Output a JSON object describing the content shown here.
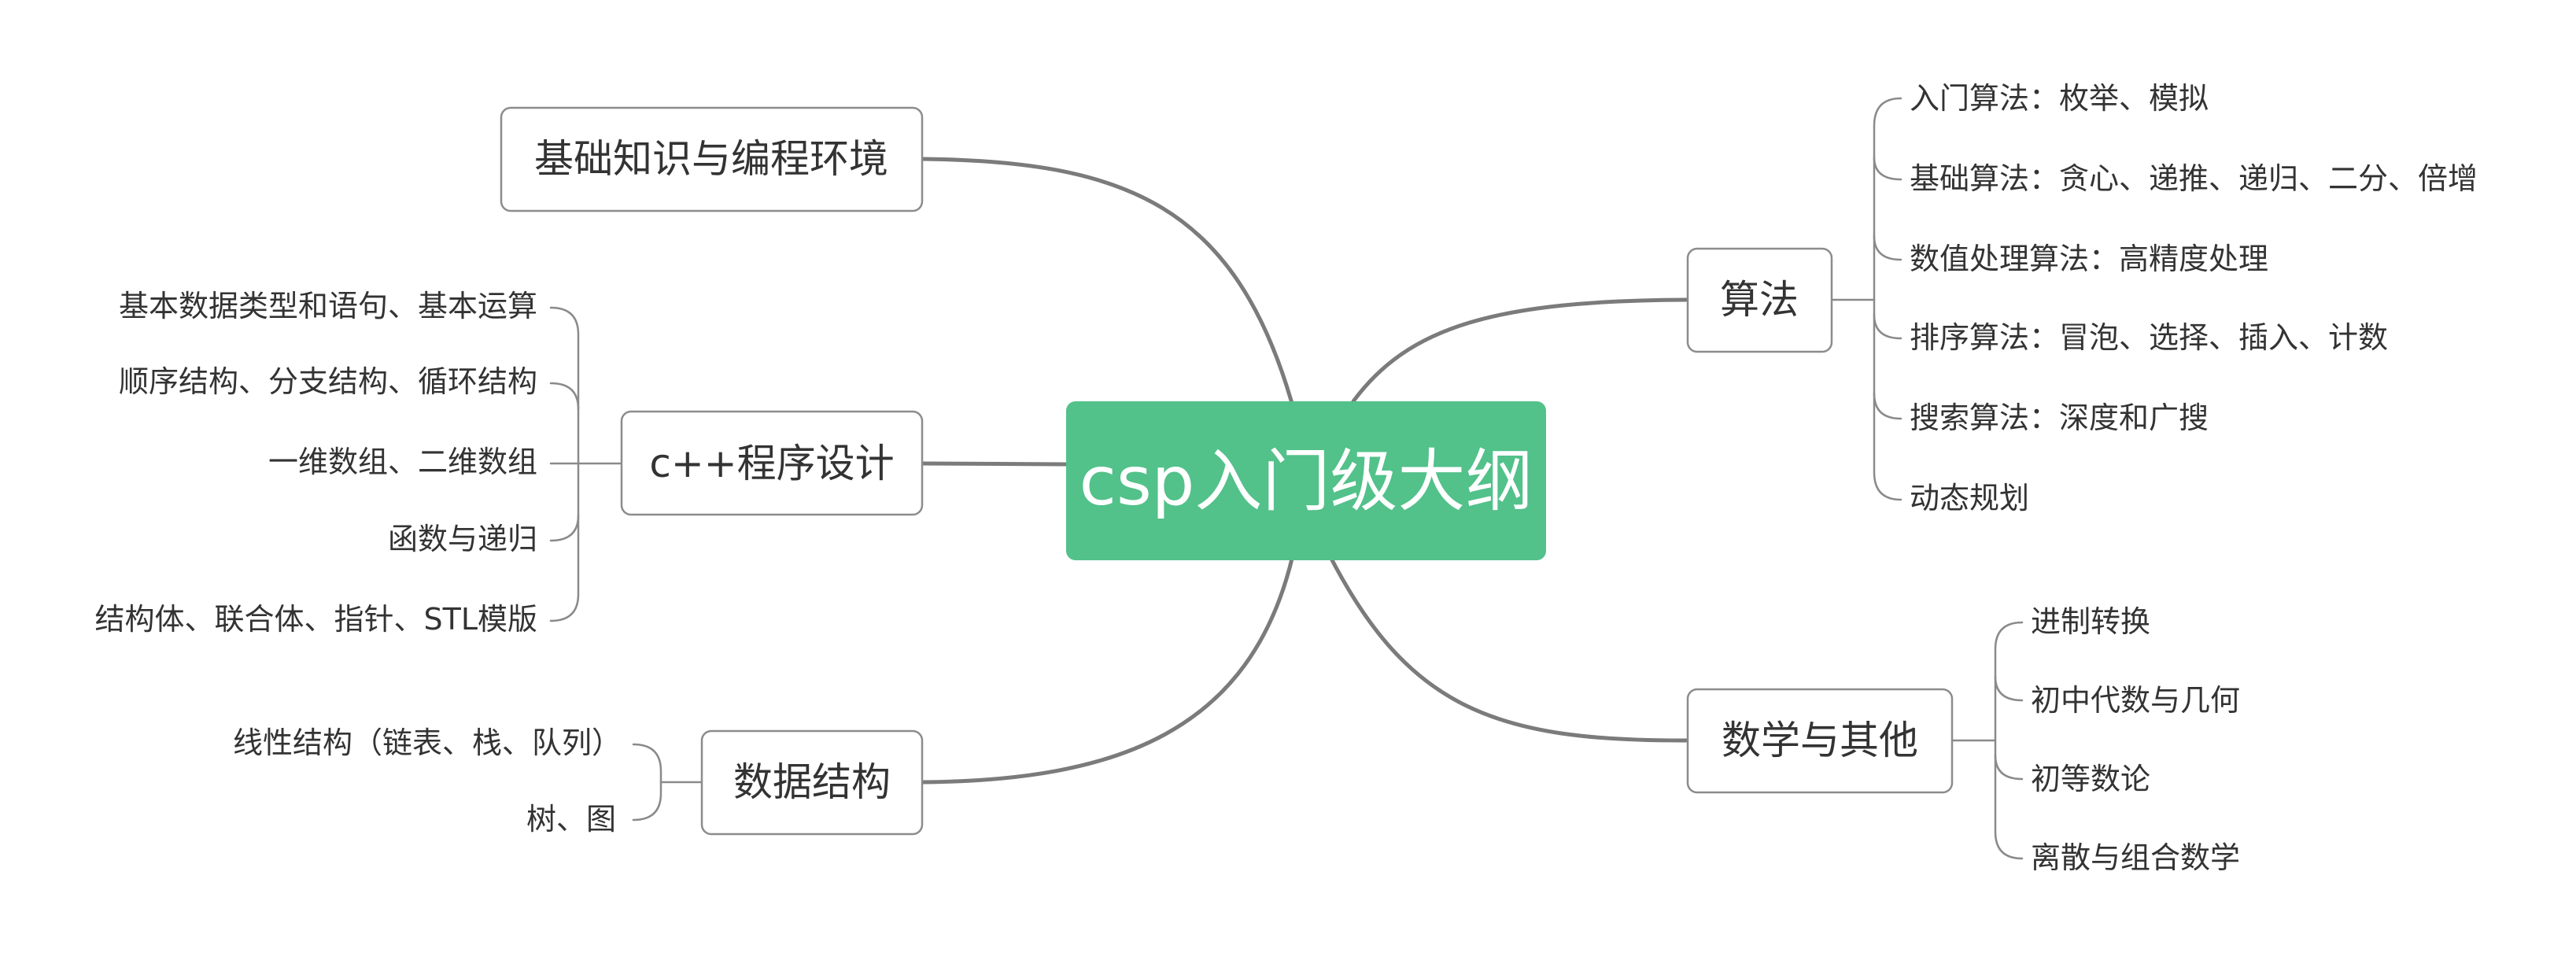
{
  "center": {
    "label": "csp入门级大纲"
  },
  "branches": {
    "foundation": {
      "label": "基础知识与编程环境",
      "topics": []
    },
    "cpp": {
      "label": "c++程序设计",
      "topics": [
        "基本数据类型和语句、基本运算",
        "顺序结构、分支结构、循环结构",
        "一维数组、二维数组",
        "函数与递归",
        "结构体、联合体、指针、STL模版"
      ]
    },
    "data_structures": {
      "label": "数据结构",
      "topics": [
        "线性结构（链表、栈、队列）",
        "树、图"
      ]
    },
    "algorithms": {
      "label": "算法",
      "topics": [
        "入门算法：枚举、模拟",
        "基础算法：贪心、递推、递归、二分、倍增",
        "数值处理算法：高精度处理",
        "排序算法：冒泡、选择、插入、计数",
        "搜索算法：深度和广搜",
        "动态规划"
      ]
    },
    "math": {
      "label": "数学与其他",
      "topics": [
        "进制转换",
        "初中代数与几何",
        "初等数论",
        "离散与组合数学"
      ]
    }
  },
  "colors": {
    "center_fill": "#52c18a",
    "center_text": "#ffffff",
    "connector": "#7b7b7b",
    "node_border": "#8c8c8c",
    "text": "#333333"
  }
}
